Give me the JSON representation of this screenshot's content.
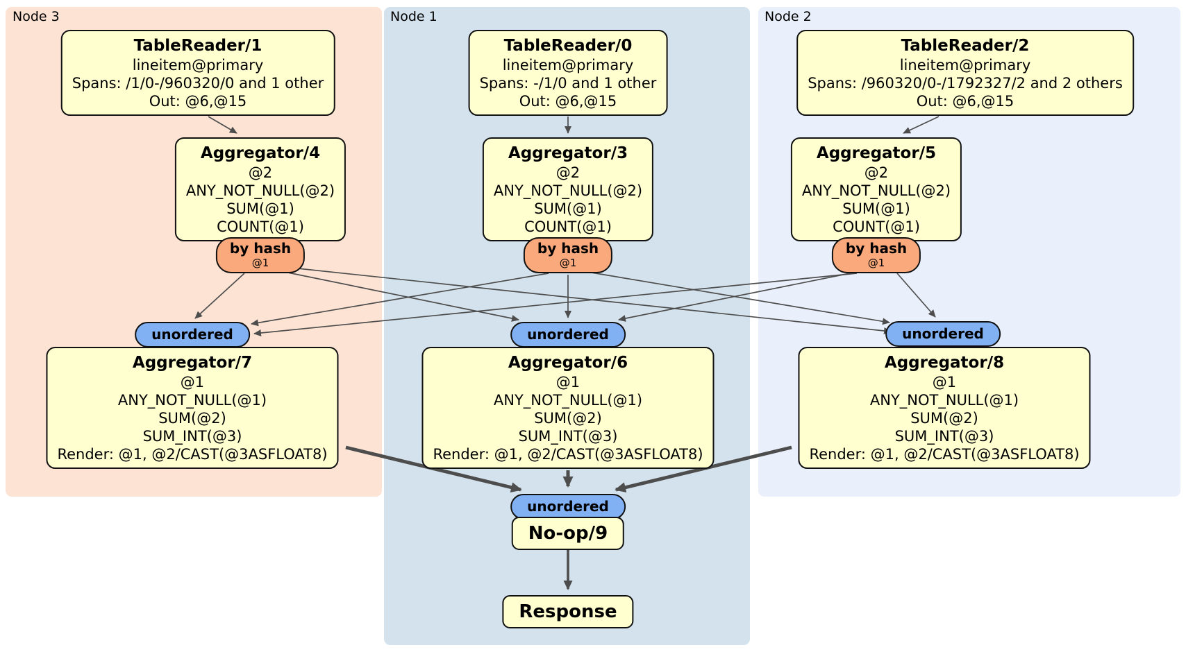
{
  "panels": {
    "node3": {
      "label": "Node 3"
    },
    "node1": {
      "label": "Node 1"
    },
    "node2": {
      "label": "Node 2"
    }
  },
  "processors": {
    "tablereader1": {
      "title": "TableReader/1",
      "lines": [
        "lineitem@primary",
        "Spans: /1/0-/960320/0 and 1 other",
        "Out: @6,@15"
      ]
    },
    "tablereader0": {
      "title": "TableReader/0",
      "lines": [
        "lineitem@primary",
        "Spans: -/1/0 and 1 other",
        "Out: @6,@15"
      ]
    },
    "tablereader2": {
      "title": "TableReader/2",
      "lines": [
        "lineitem@primary",
        "Spans: /960320/0-/1792327/2 and 2 others",
        "Out: @6,@15"
      ]
    },
    "aggregator4": {
      "title": "Aggregator/4",
      "lines": [
        "@2",
        "ANY_NOT_NULL(@2)",
        "SUM(@1)",
        "COUNT(@1)"
      ]
    },
    "aggregator3": {
      "title": "Aggregator/3",
      "lines": [
        "@2",
        "ANY_NOT_NULL(@2)",
        "SUM(@1)",
        "COUNT(@1)"
      ]
    },
    "aggregator5": {
      "title": "Aggregator/5",
      "lines": [
        "@2",
        "ANY_NOT_NULL(@2)",
        "SUM(@1)",
        "COUNT(@1)"
      ]
    },
    "aggregator7": {
      "title": "Aggregator/7",
      "lines": [
        "@1",
        "ANY_NOT_NULL(@1)",
        "SUM(@2)",
        "SUM_INT(@3)",
        "Render: @1, @2/CAST(@3ASFLOAT8)"
      ]
    },
    "aggregator6": {
      "title": "Aggregator/6",
      "lines": [
        "@1",
        "ANY_NOT_NULL(@1)",
        "SUM(@2)",
        "SUM_INT(@3)",
        "Render: @1, @2/CAST(@3ASFLOAT8)"
      ]
    },
    "aggregator8": {
      "title": "Aggregator/8",
      "lines": [
        "@1",
        "ANY_NOT_NULL(@1)",
        "SUM(@2)",
        "SUM_INT(@3)",
        "Render: @1, @2/CAST(@3ASFLOAT8)"
      ]
    },
    "noop9": {
      "title": "No-op/9"
    },
    "response": {
      "title": "Response"
    }
  },
  "routers": {
    "hash4": {
      "label": "by hash",
      "detail": "@1"
    },
    "hash3": {
      "label": "by hash",
      "detail": "@1"
    },
    "hash5": {
      "label": "by hash",
      "detail": "@1"
    }
  },
  "streams": {
    "sync7": {
      "label": "unordered"
    },
    "sync6": {
      "label": "unordered"
    },
    "sync8": {
      "label": "unordered"
    },
    "sync9": {
      "label": "unordered"
    }
  },
  "colors": {
    "panel_node3": "#fce3d4",
    "panel_node1": "#d3e2ec",
    "panel_node2": "#e9effb",
    "box_fill": "#ffffd0",
    "router_fill": "#f9a97c",
    "stream_fill": "#82b1f3",
    "edge": "#4d4d4d"
  }
}
